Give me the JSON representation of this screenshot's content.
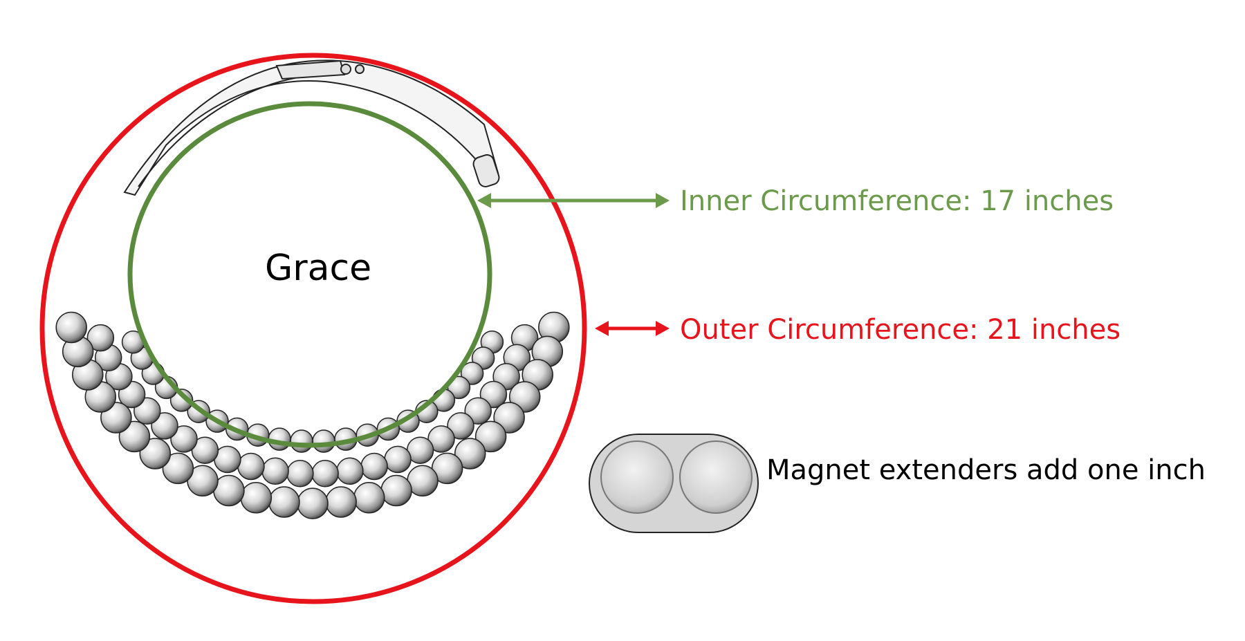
{
  "necklace": {
    "name": "Grace"
  },
  "labels": {
    "inner": "Inner Circumference: 17 inches",
    "outer": "Outer Circumference: 21 inches",
    "magnet": "Magnet extenders add one inch"
  },
  "colors": {
    "inner": "#5a8a3c",
    "inner_label": "#6a9a4a",
    "outer": "#e8141c",
    "bead": "#c8c8c8",
    "outline": "#222222",
    "text": "#000000"
  }
}
